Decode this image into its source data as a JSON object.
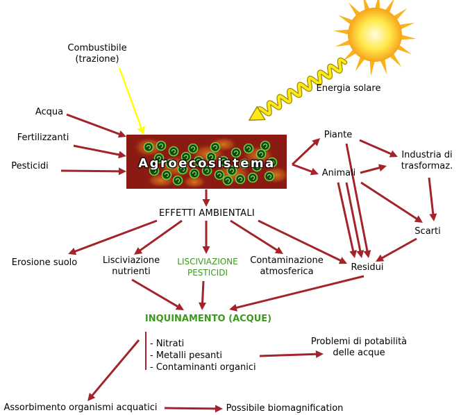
{
  "diagram": {
    "fuel_input": {
      "line1": "Combustibile",
      "line2": "(trazione)"
    },
    "solar_input": "Energia solare",
    "inputs": {
      "water": "Acqua",
      "fertilizers": "Fertilizzanti",
      "pesticides": "Pesticidi"
    },
    "center_node": "Agroecosistema",
    "products": {
      "plants": "Piante",
      "animals": "Animali"
    },
    "industry": {
      "line1": "Industria di",
      "line2": "trasformaz."
    },
    "waste": "Scarti",
    "residues": "Residui",
    "effects": {
      "title": "EFFETTI AMBIENTALI",
      "erosion": "Erosione suolo",
      "nutrient_leaching": {
        "line1": "Lisciviazione",
        "line2": "nutrienti"
      },
      "pesticide_leaching": {
        "line1": "LISCIVIAZIONE",
        "line2": "PESTICIDI"
      },
      "air_contamination": {
        "line1": "Contaminazione",
        "line2": "atmosferica"
      }
    },
    "pollution": {
      "title": "INQUINAMENTO (ACQUE)",
      "items": [
        "- Nitrati",
        "- Metalli pesanti",
        "- Contaminanti organici"
      ]
    },
    "potability": {
      "line1": "Problemi di potabilità",
      "line2": "delle acque"
    },
    "absorption": "Assorbimento organismi acquatici",
    "biomagnification": "Possibile biomagnification"
  },
  "colors": {
    "arrow": "#A3232B",
    "fuel_arrow": "#FFFF00",
    "solar_arrow": "#FFE81A",
    "highlight_text": "#3A9A1C",
    "node_fill": "#8B1A12",
    "sun_rays": "#F9B21A"
  },
  "icons": {
    "sun": "sun-icon"
  }
}
